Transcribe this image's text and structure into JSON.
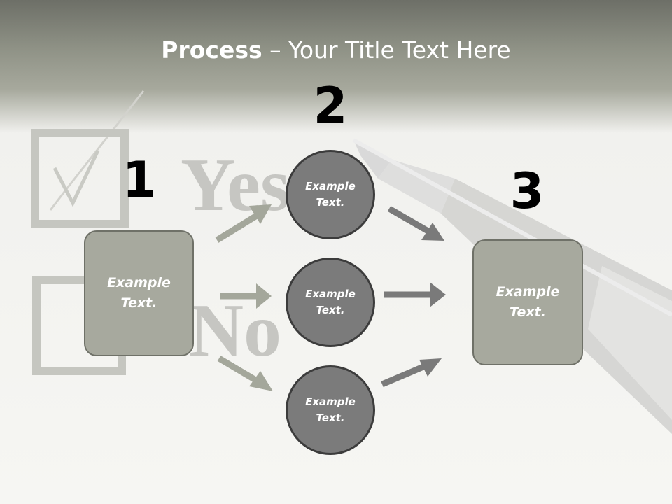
{
  "title": {
    "strong": "Process",
    "rest": " – Your Title Text Here"
  },
  "steps": {
    "one": "1",
    "two": "2",
    "three": "3"
  },
  "left_box": "Example Text.",
  "right_box": "Example Text.",
  "circles": [
    "Example Text.",
    "Example Text.",
    "Example Text."
  ],
  "background": {
    "yes_word": "Yes",
    "no_word": "No"
  },
  "colors": {
    "box_fill": "#a7a99e",
    "circle_fill": "#7b7b7b",
    "arrow_light": "#a4a79b",
    "arrow_dark": "#7a7a7a"
  }
}
